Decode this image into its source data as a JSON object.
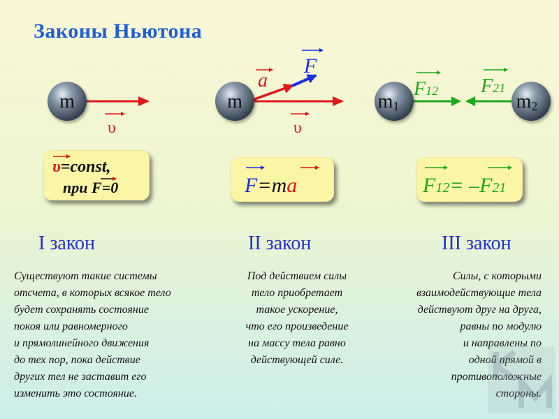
{
  "title": "Законы Ньютона",
  "colors": {
    "title": "#1f5fd8",
    "law_heading": "#2530d0",
    "red_arrow": "#e0181c",
    "blue_arrow": "#1a2fe0",
    "green_arrow": "#1ea81a",
    "box_fill": "#fbf5a6",
    "ball": "#4a5a6a"
  },
  "law1": {
    "mass": "m",
    "velocity": "υ",
    "formula_line1_sym": "υ",
    "formula_line1_rest": "=const,",
    "formula_line2_pre": "при ",
    "formula_line2_sym": "F",
    "formula_line2_rest": "=0",
    "heading": "I закон",
    "description": "Существуют такие системы\nотсчета, в которых всякое тело\nбудет сохранять состояние\nпокоя или равномерного\nи прямолинейного движения\nдо тех пор, пока действие\nдругих тел не заставит его\nизменить это состояние."
  },
  "law2": {
    "mass": "m",
    "accel": "a",
    "force": "F",
    "velocity": "υ",
    "formula_F": "F",
    "formula_eq": "=",
    "formula_m": "m",
    "formula_a": "a",
    "heading": "II закон",
    "description": "Под действием силы\nтело приобретает\nтакое ускорение,\nчто его произведение\nна массу тела равно\nдействующей силе."
  },
  "law3": {
    "mass1": "m",
    "mass1_sub": "1",
    "mass2": "m",
    "mass2_sub": "2",
    "force12": "F",
    "force12_sub": "12",
    "force21": "F",
    "force21_sub": "21",
    "formula_left": "F",
    "formula_left_sub": "12",
    "formula_eq": "= –",
    "formula_right": "F",
    "formula_right_sub": "21",
    "heading": "III закон",
    "description": "Силы, с которыми\nвзаимодействующие тела\nдействуют друг на друга,\nравны по модулю\nи направлены по\nодной прямой в\nпротивоположные\nстороны."
  }
}
